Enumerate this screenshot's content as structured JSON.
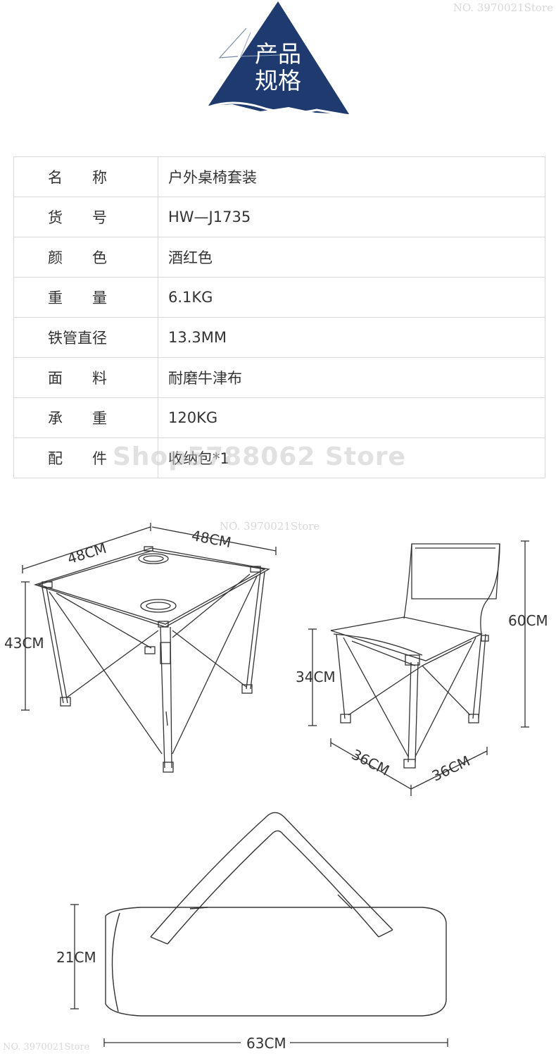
{
  "header": {
    "title_line1": "产品",
    "title_line2": "规格",
    "accent_color": "#1f3a6e"
  },
  "watermarks": {
    "top": "NO. 3970021Store",
    "middle": "NO. 3970021Store",
    "bottom": "NO. 3970021Store",
    "big": "Shop5788062 Store"
  },
  "specs": [
    {
      "label": "名　　称",
      "value": "户外桌椅套装"
    },
    {
      "label": "货　　号",
      "value": "HW—J1735"
    },
    {
      "label": "颜　　色",
      "value": "酒红色"
    },
    {
      "label": "重　　量",
      "value": "6.1KG"
    },
    {
      "label": "铁管直径",
      "value": "13.3MM"
    },
    {
      "label": "面　　料",
      "value": "耐磨牛津布"
    },
    {
      "label": "承　　重",
      "value": "120KG"
    },
    {
      "label": "配　　件",
      "value": "收纳包*1"
    }
  ],
  "dimensions": {
    "table_width_left": "48CM",
    "table_width_right": "48CM",
    "table_height": "43CM",
    "chair_seat_height": "34CM",
    "chair_total_height": "60CM",
    "chair_depth": "36CM",
    "chair_width": "36CM",
    "bag_height": "21CM",
    "bag_length": "63CM"
  }
}
